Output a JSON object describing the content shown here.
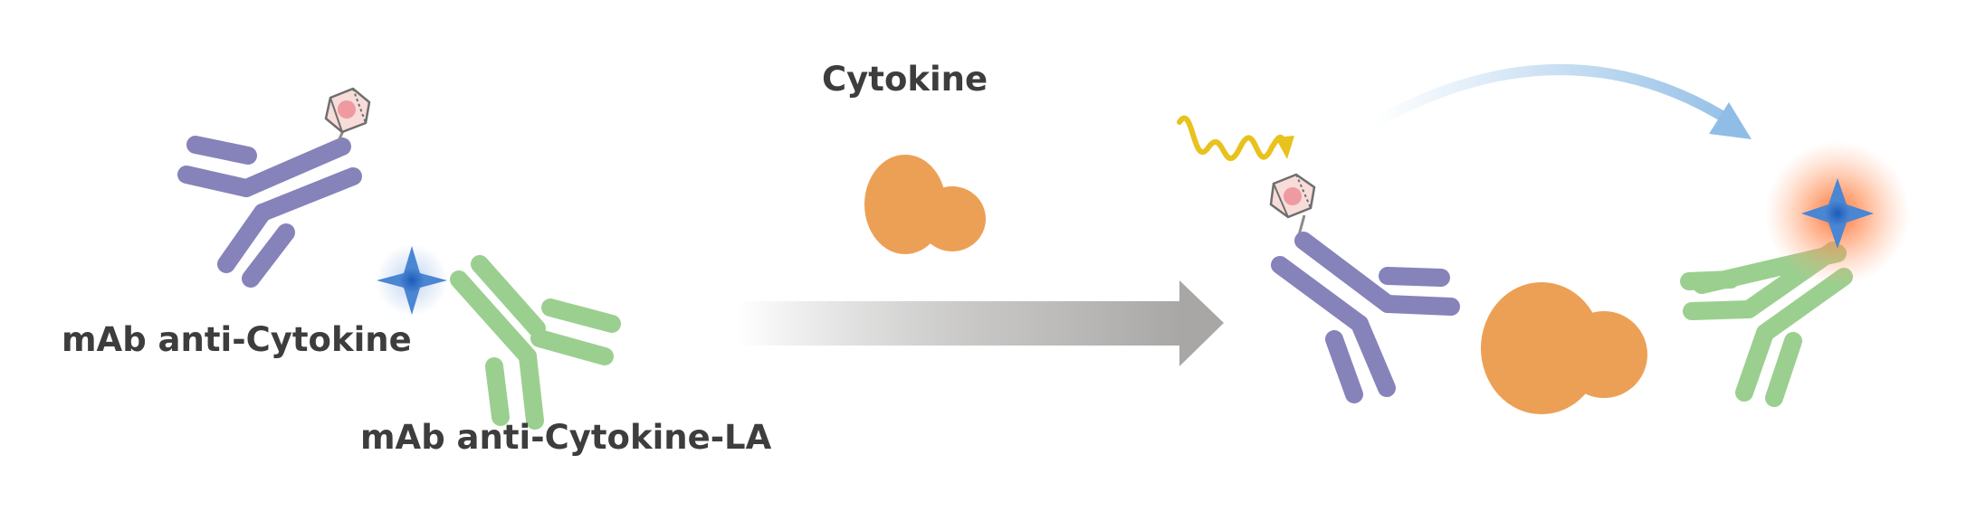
{
  "labels": {
    "cytokine": "Cytokine",
    "mab_anti_cytokine": "mAb anti-Cytokine",
    "mab_anti_cytokine_la": "mAb anti-Cytokine-LA"
  },
  "icons": {
    "light_activation": "light-wave-icon",
    "photocage": "photocage-hexagon-icon",
    "fluorophore": "fluorophore-star-icon",
    "reaction_arrow": "gradient-arrow-icon",
    "transfer_arrow": "curved-arrow-icon"
  },
  "colors": {
    "antibody_purple": "#8683ba",
    "antibody_green": "#9bcf8f",
    "cytokine_orange": "#eca055",
    "fluorophore_blue": "#4b86d3",
    "fluorophore_glow": "#ff6a2a",
    "light_wave": "#e8c21d",
    "reaction_arrow": "#aeadac",
    "transfer_arrow": "#8fbde6",
    "text": "#3d3d3d"
  }
}
